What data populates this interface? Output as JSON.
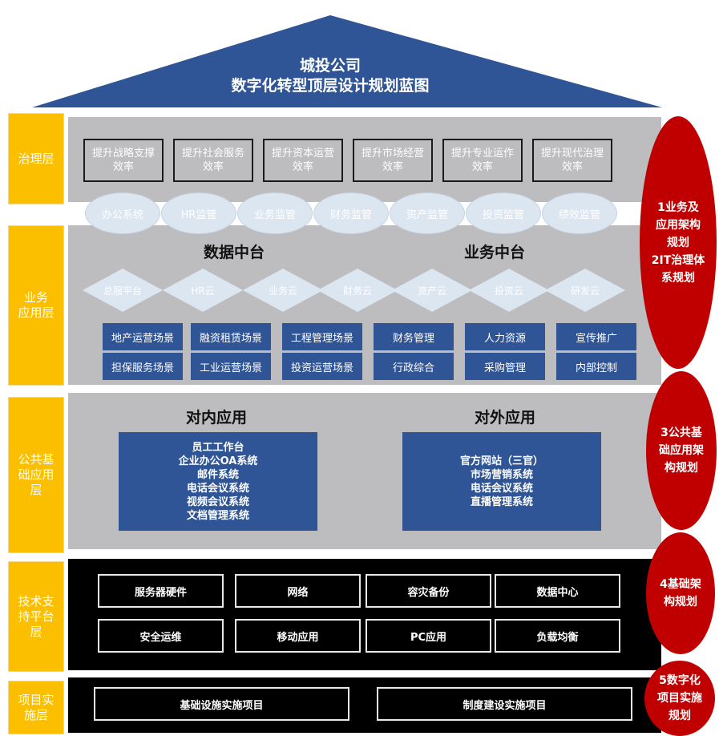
{
  "roof": {
    "title_line1": "城投公司",
    "title_line2": "数字化转型顶层设计规划蓝图",
    "color": "#2f5597"
  },
  "colors": {
    "label_yellow": "#fbbf00",
    "panel_gray": "#bdbdbf",
    "box_blue": "#2f5597",
    "accent_red": "#c00000",
    "light_blue": "#dce6f1"
  },
  "layers": {
    "governance": {
      "label": "治理层",
      "goals": [
        {
          "line1": "提升战略支撑",
          "line2": "效率"
        },
        {
          "line1": "提升社会服务",
          "line2": "效率"
        },
        {
          "line1": "提升资本运营",
          "line2": "效率"
        },
        {
          "line1": "提升市场经营",
          "line2": "效率"
        },
        {
          "line1": "提升专业运作",
          "line2": "效率"
        },
        {
          "line1": "提升现代治理",
          "line2": "效率"
        }
      ],
      "supervision": [
        "办公系统",
        "HR监管",
        "业务监管",
        "财务监管",
        "资产监管",
        "投资监管",
        "绩效监管"
      ]
    },
    "business": {
      "label_line1": "业务",
      "label_line2": "应用层",
      "data_platform_title": "数据中台",
      "business_platform_title": "业务中台",
      "clouds": [
        "总服平台",
        "HR云",
        "业务云",
        "财务云",
        "资产云",
        "投资云",
        "研发云"
      ],
      "scenarios_row1": [
        "地产运营场景",
        "融资租赁场景",
        "工程管理场景",
        "财务管理",
        "人力资源",
        "宣传推广"
      ],
      "scenarios_row2": [
        "担保服务场景",
        "工业运营场景",
        "投资运营场景",
        "行政综合",
        "采购管理",
        "内部控制"
      ]
    },
    "public": {
      "label_line1": "公共基",
      "label_line2": "础应用",
      "label_line3": "层",
      "internal_title": "对内应用",
      "internal_items": [
        "员工工作台",
        "企业办公OA系统",
        "邮件系统",
        "电话会议系统",
        "视频会议系统",
        "文档管理系统"
      ],
      "external_title": "对外应用",
      "external_items": [
        "官方网站（三官）",
        "市场营销系统",
        "电话会议系统",
        "直播管理系统"
      ]
    },
    "tech": {
      "label_line1": "技术支",
      "label_line2": "持平台",
      "label_line3": "层",
      "row1": [
        "服务器硬件",
        "网络",
        "容灾备份",
        "数据中心"
      ],
      "row2": [
        "安全运维",
        "移动应用",
        "PC应用",
        "负载均衡"
      ]
    },
    "project": {
      "label_line1": "项目实",
      "label_line2": "施层",
      "items": [
        "基础设施实施项目",
        "制度建设实施项目"
      ]
    }
  },
  "plans": {
    "p12": [
      "1业务及",
      "应用架构",
      "规划",
      "2IT治理体",
      "系规划"
    ],
    "p3": [
      "3公共基",
      "础应用架",
      "构规划"
    ],
    "p4": [
      "4基础架",
      "构规划"
    ],
    "p5": [
      "5数字化",
      "项目实施",
      "规划"
    ]
  }
}
